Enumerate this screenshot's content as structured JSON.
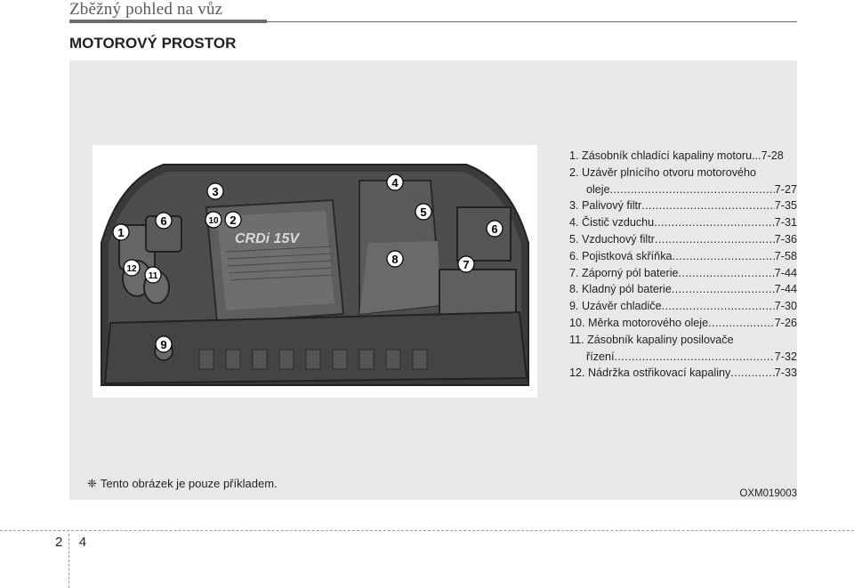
{
  "header": {
    "chapter_title": "Zběžný pohled na vůz"
  },
  "section": {
    "title": "MOTOROVÝ PROSTOR"
  },
  "figure": {
    "engine_cover_text": "CRDi 15V",
    "callouts": [
      "1",
      "2",
      "3",
      "4",
      "5",
      "6",
      "7",
      "8",
      "9",
      "10",
      "11",
      "12"
    ],
    "code": "OXM019003"
  },
  "legend": [
    {
      "label": "1. Zásobník chladící kapaliny motoru",
      "page": "...7-28"
    },
    {
      "label": "2. Uzávěr plnícího otvoru motorového",
      "page": ""
    },
    {
      "label": "oleje",
      "page": "7-27",
      "indent": true
    },
    {
      "label": "3. Palivový filtr",
      "page": "7-35"
    },
    {
      "label": "4. Čistič vzduchu",
      "page": "7-31"
    },
    {
      "label": "5. Vzduchový filtr",
      "page": "7-36"
    },
    {
      "label": "6. Pojistková skříňka",
      "page": "7-58"
    },
    {
      "label": "7. Záporný pól baterie",
      "page": "7-44"
    },
    {
      "label": "8. Kladný pól baterie",
      "page": "7-44"
    },
    {
      "label": "9. Uzávěr chladiče",
      "page": "7-30"
    },
    {
      "label": "10. Měrka motorového oleje",
      "page": "7-26"
    },
    {
      "label": "11. Zásobník kapaliny posilovače",
      "page": ""
    },
    {
      "label": "řízení",
      "page": "7-32",
      "indent": true
    },
    {
      "label": "12. Nádržka ostřikovací kapaliny ",
      "page": "7-33"
    }
  ],
  "note": {
    "symbol": "❈",
    "text": "Tento obrázek je pouze příkladem."
  },
  "page_number": {
    "chapter": "2",
    "page": "4"
  }
}
